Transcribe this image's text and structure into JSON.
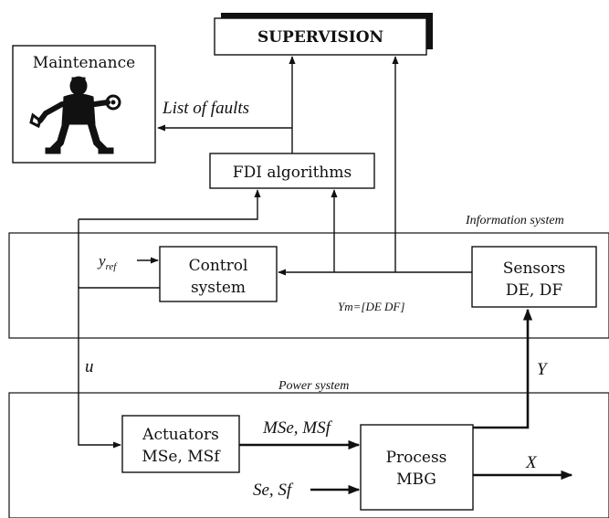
{
  "blocks": {
    "supervision": "SUPERVISION",
    "maintenance": "Maintenance",
    "fdi": "FDI algorithms",
    "control_line1": "Control",
    "control_line2": "system",
    "sensors_line1": "Sensors",
    "sensors_line2": "DE, DF",
    "actuators_line1": "Actuators",
    "actuators_line2": "MSe, MSf",
    "process_line1": "Process",
    "process_line2": "MBG"
  },
  "regions": {
    "information": "Information system",
    "power": "Power system"
  },
  "signals": {
    "list_of_faults": "List of faults",
    "y_ref": "y",
    "y_ref_sub": "ref",
    "ym": "Ym=[DE   DF]",
    "u": "u",
    "Y": "Y",
    "mse_msf": "MSe, MSf",
    "se_sf": "Se, Sf",
    "X": "X"
  },
  "icons": {
    "maintenance": "mechanic-with-wrench-icon"
  }
}
